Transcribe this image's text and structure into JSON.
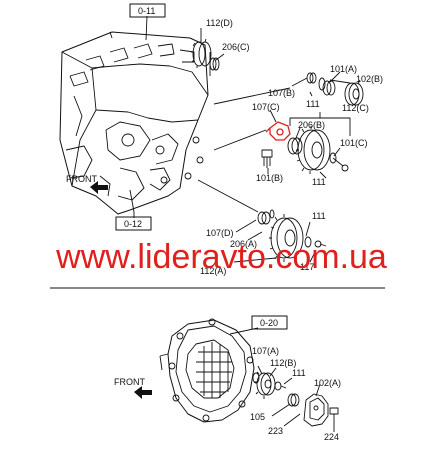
{
  "refs": {
    "top_engine": "0-11",
    "bottom_engine": "0-12",
    "flywheel_housing": "0-20"
  },
  "front_labels": {
    "upper": "FRONT",
    "lower": "FRONT"
  },
  "watermark": "www.lideravto.com.ua",
  "parts_upper": {
    "p112d": "112(D)",
    "p206c": "206(C)",
    "p101a": "101(A)",
    "p102b": "102(B)",
    "p107b": "107(B)",
    "p111_a": "111",
    "p112c": "112(C)",
    "p107c": "107(C)",
    "p206b": "206(B)",
    "p101c": "101(C)",
    "p101b": "101(B)",
    "p111_b": "111",
    "p107d": "107(D)",
    "p111_c": "111",
    "p206a": "206(A)",
    "p112a": "112(A)",
    "p117": "117"
  },
  "parts_lower": {
    "p107a": "107(A)",
    "p112b": "112(B)",
    "p111": "111",
    "p102a": "102(A)",
    "p105": "105",
    "p223": "223",
    "p224": "224"
  },
  "colors": {
    "line": "#111111",
    "highlight": "#e0201c",
    "watermark": "#e0201c"
  }
}
